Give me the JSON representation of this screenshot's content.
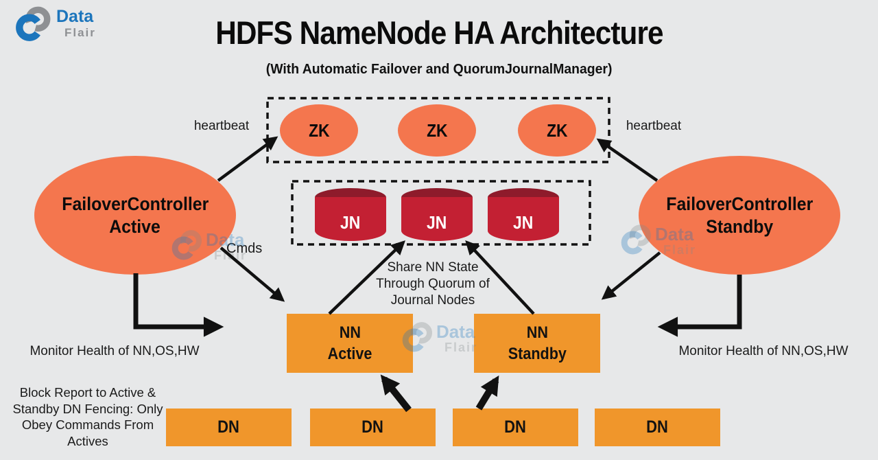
{
  "colors": {
    "background": "#e7e8e9",
    "coral": "#f4764e",
    "orange": "#f0962b",
    "journal_red": "#c32033",
    "journal_red_dark": "#8e1b2b",
    "arrow": "#111111",
    "logo_blue": "#1c75bc",
    "logo_gray": "#8e9093"
  },
  "logo": {
    "word1": "Data",
    "word2": "Flair"
  },
  "header": {
    "title": "HDFS NameNode HA Architecture",
    "subtitle": "(With Automatic Failover and QuorumJournalManager)"
  },
  "zookeeper": {
    "nodes": [
      "ZK",
      "ZK",
      "ZK"
    ]
  },
  "journal": {
    "nodes": [
      "JN",
      "JN",
      "JN"
    ]
  },
  "failover_active": {
    "line1": "FailoverController",
    "line2": "Active"
  },
  "failover_standby": {
    "line1": "FailoverController",
    "line2": "Standby"
  },
  "namenode_active": {
    "line1": "NN",
    "line2": "Active"
  },
  "namenode_standby": {
    "line1": "NN",
    "line2": "Standby"
  },
  "datanodes": [
    "DN",
    "DN",
    "DN",
    "DN"
  ],
  "labels": {
    "heartbeat_left": "heartbeat",
    "heartbeat_right": "heartbeat",
    "cmds": "Cmds",
    "share_line1": "Share NN State",
    "share_line2": "Through Quorum of",
    "share_line3": "Journal Nodes",
    "monitor_left": "Monitor Health of NN,OS,HW",
    "monitor_right": "Monitor Health of NN,OS,HW",
    "block_line1": "Block Report to Active &",
    "block_line2": "Standby DN Fencing: Only",
    "block_line3": "Obey Commands From",
    "block_line4": "Actives"
  },
  "watermark": {
    "word1": "Data",
    "word2": "Flair"
  }
}
